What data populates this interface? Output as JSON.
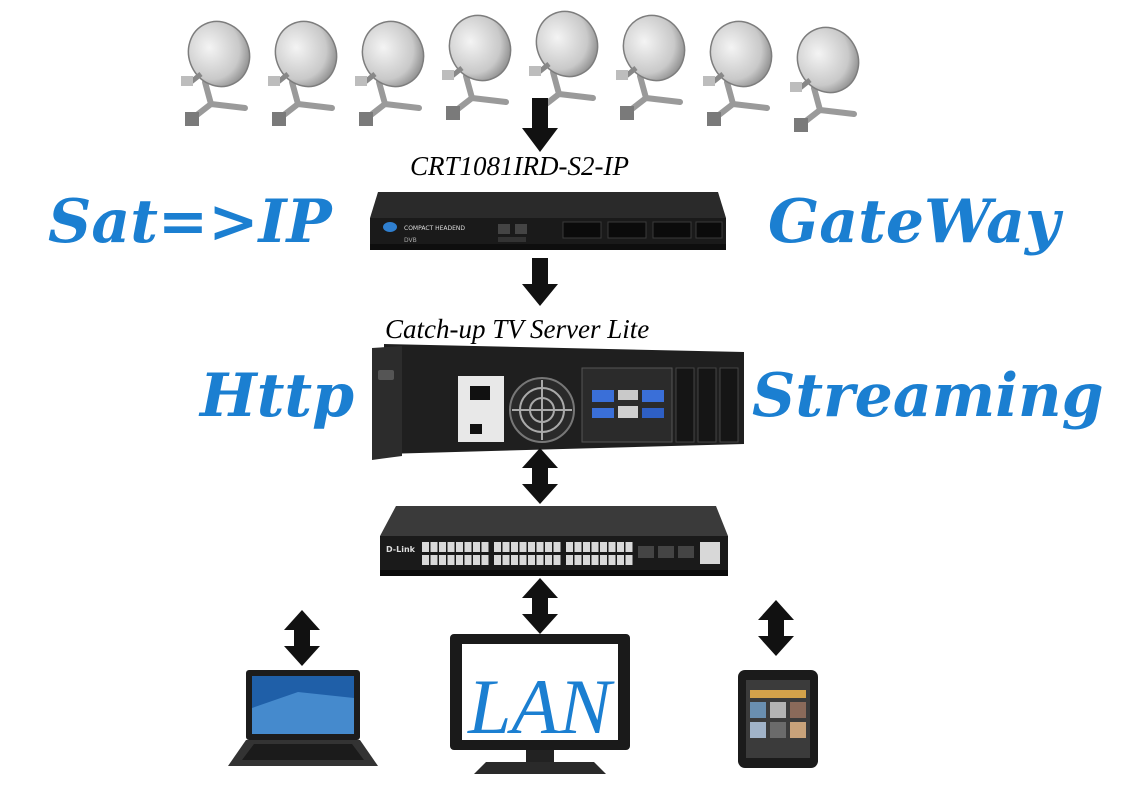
{
  "labels": {
    "sat_ip": "Sat=>IP",
    "gateway": "GateWay",
    "http": "Http",
    "streaming": "Streaming",
    "lan": "LAN"
  },
  "devices": {
    "gateway_model": "CRT1081IRD-S2-IP",
    "server_name": "Catch-up TV Server Lite",
    "gateway_badge": "COMPACT HEADEND",
    "switch_brand": "D-Link"
  },
  "dish_count": 8,
  "colors": {
    "label_blue": "#1b7fd1",
    "arrow": "#111111",
    "device_dark": "#1c1c1c"
  }
}
